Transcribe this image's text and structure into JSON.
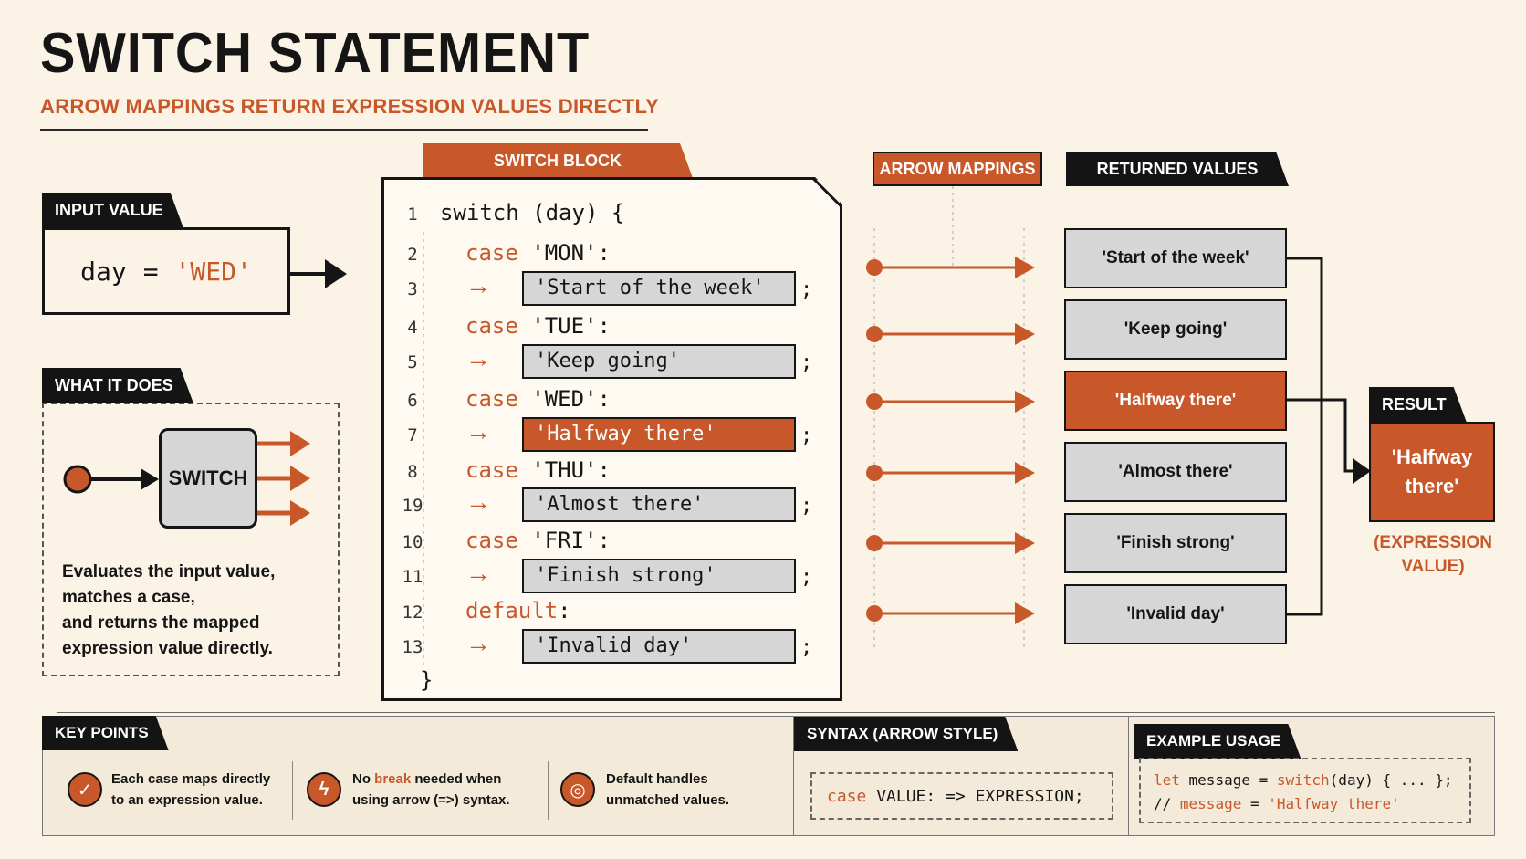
{
  "header": {
    "title": "SWITCH STATEMENT",
    "subtitle": "ARROW MAPPINGS RETURN EXPRESSION VALUES DIRECTLY"
  },
  "input": {
    "label": "INPUT VALUE",
    "variable": "day",
    "equals": "=",
    "value": "'WED'"
  },
  "what_it_does": {
    "label": "WHAT IT DOES",
    "switch_label": "SWITCH",
    "description_lines": [
      "Evaluates the input value,",
      "matches a case,",
      "and returns the mapped",
      "expression value directly."
    ]
  },
  "switch_block": {
    "label": "SWITCH BLOCK",
    "header_line": {
      "number": "1",
      "keyword": "switch",
      "rest": " (day) {"
    },
    "cases": [
      {
        "case_number": "2",
        "keyword": "case",
        "label": " 'MON':",
        "value_number": "3",
        "value": "'Start of the week'",
        "highlighted": false
      },
      {
        "case_number": "4",
        "keyword": "case",
        "label": " 'TUE':",
        "value_number": "5",
        "value": "'Keep going'",
        "highlighted": false
      },
      {
        "case_number": "6",
        "keyword": "case",
        "label": " 'WED':",
        "value_number": "7",
        "value": "'Halfway there'",
        "highlighted": true
      },
      {
        "case_number": "8",
        "keyword": "case",
        "label": " 'THU':",
        "value_number": "19",
        "value": "'Almost there'",
        "highlighted": false
      },
      {
        "case_number": "10",
        "keyword": "case",
        "label": " 'FRI':",
        "value_number": "11",
        "value": "'Finish strong'",
        "highlighted": false
      },
      {
        "case_number": "12",
        "keyword": "default",
        "label": ":",
        "value_number": "13",
        "value": "'Invalid day'",
        "highlighted": false
      }
    ],
    "arrow_glyph": "→",
    "semicolon": ";",
    "closing_brace": "}"
  },
  "arrow_mappings": {
    "label": "ARROW MAPPINGS"
  },
  "returned_values": {
    "label": "RETURNED VALUES",
    "items": [
      "'Start of the week'",
      "'Keep going'",
      "'Halfway there'",
      "'Almost there'",
      "'Finish strong'",
      "'Invalid day'"
    ],
    "highlighted_index": 2
  },
  "result": {
    "label": "RESULT",
    "value": "'Halfway there'",
    "note": "(EXPRESSION VALUE)"
  },
  "key_points": {
    "label": "KEY POINTS",
    "items": [
      {
        "icon": "check-icon",
        "text": "Each case maps directly to an expression value."
      },
      {
        "icon": "lightning-icon",
        "text_before": "No ",
        "highlight": "break",
        "text_after": " needed when using arrow (=>) syntax."
      },
      {
        "icon": "target-icon",
        "text": "Default handles unmatched values."
      }
    ]
  },
  "syntax": {
    "label": "SYNTAX (ARROW STYLE)",
    "keyword": "case",
    "rest": " VALUE: => EXPRESSION;"
  },
  "example": {
    "label": "EXAMPLE USAGE",
    "line1": {
      "kw1": "let",
      "mid": " message = ",
      "kw2": "switch",
      "rest": "(day) { ... };"
    },
    "line2": {
      "prefix": "// ",
      "kw": "message",
      "mid": " = ",
      "value": "'Halfway there'"
    }
  },
  "colors": {
    "accent": "#c8582a",
    "ink": "#151515",
    "background": "#fbf3e6",
    "neutral": "#d6d6d6"
  }
}
